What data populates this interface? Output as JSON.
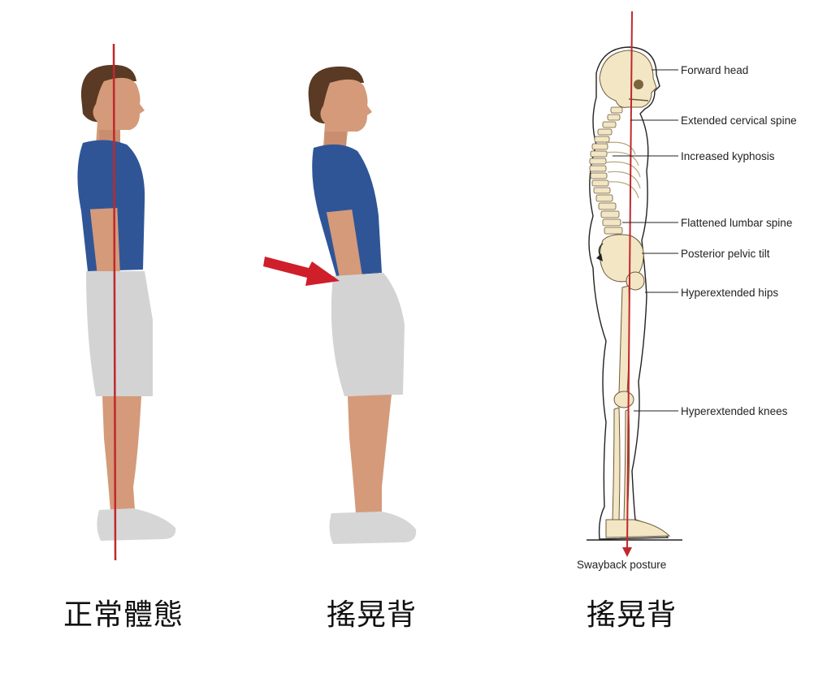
{
  "captions": [
    "正常體態",
    "搖晃背",
    "搖晃背"
  ],
  "skeleton": {
    "labels": [
      "Forward head",
      "Extended cervical spine",
      "Increased kyphosis",
      "Flattened lumbar spine",
      "Posterior pelvic tilt",
      "Hyperextended hips",
      "Hyperextended knees"
    ],
    "subtitle": "Swayback posture"
  },
  "colors": {
    "shirt": "#2f5597",
    "skin": "#d49a7a",
    "hair": "#5a3a24",
    "shorts": "#d3d3d3",
    "shoe": "#d6d6d6",
    "plumb_line": "#c0282b",
    "bone": "#f3e6c4"
  }
}
